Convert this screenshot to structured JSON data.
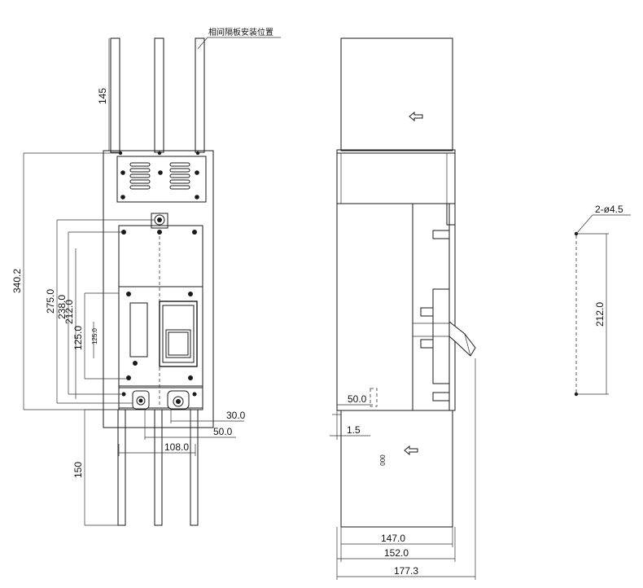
{
  "labels": {
    "note": "相间隔板安装位置",
    "holes": "2-ø4.5",
    "marking": "000"
  },
  "dims": {
    "d145": "145",
    "d150": "150",
    "d340": "340.2",
    "d275": "275.0",
    "d238": "238.0",
    "d212": "212.0",
    "d125": "125.0",
    "d125s": "125.0",
    "d30": "30.0",
    "d50": "50.0",
    "d108": "108.0",
    "s50": "50.0",
    "s15": "1.5",
    "s147": "147.0",
    "s152": "152.0",
    "s177": "177.3",
    "h212": "212.0"
  }
}
